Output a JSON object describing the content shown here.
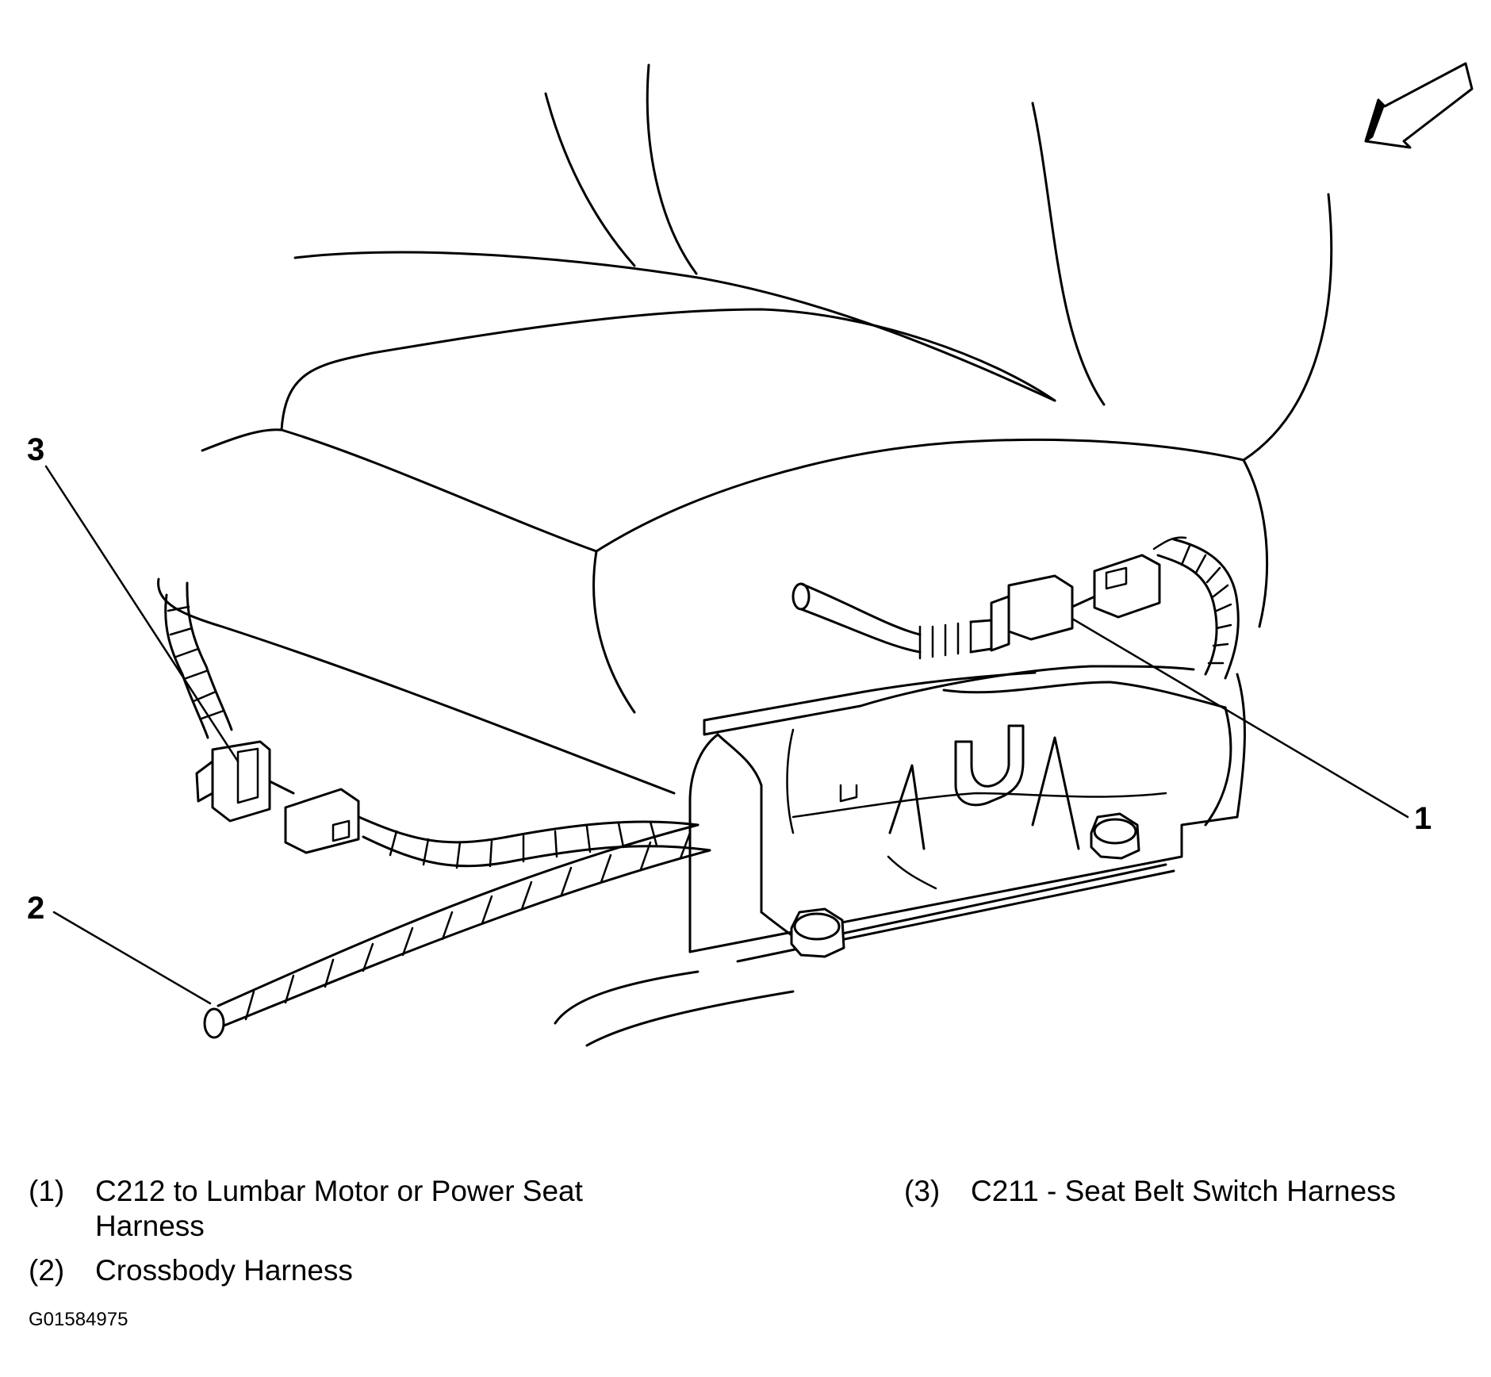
{
  "callouts": [
    {
      "id": "1",
      "label": "1"
    },
    {
      "id": "2",
      "label": "2"
    },
    {
      "id": "3",
      "label": "3"
    }
  ],
  "legend": [
    {
      "num": "(1)",
      "line1": "C212 to Lumbar Motor or Power Seat",
      "line2": "Harness"
    },
    {
      "num": "(2)",
      "line1": "Crossbody Harness"
    },
    {
      "num": "(3)",
      "line1": "C211 - Seat Belt Switch Harness"
    }
  ],
  "figure_code": "G01584975",
  "colors": {
    "ink": "#000000",
    "paper": "#ffffff"
  }
}
